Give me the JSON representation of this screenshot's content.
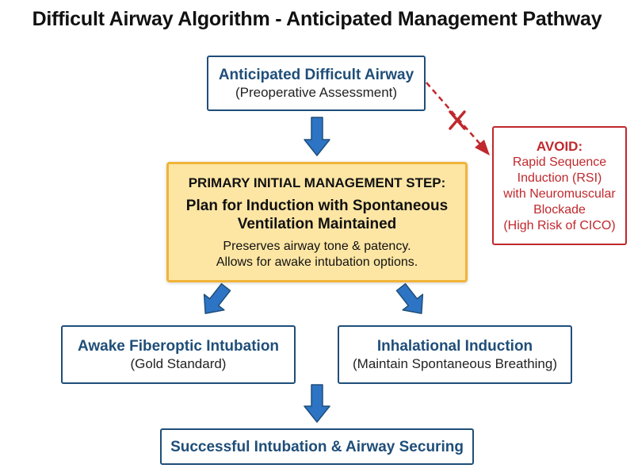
{
  "title": "Difficult Airway Algorithm - Anticipated Management Pathway",
  "top_box": {
    "heading": "Anticipated Difficult Airway",
    "subtext": "(Preoperative Assessment)"
  },
  "primary_box": {
    "header": "PRIMARY INITIAL MANAGEMENT STEP:",
    "main_line_1": "Plan for Induction with Spontaneous",
    "main_line_2": "Ventilation Maintained",
    "note_line_1": "Preserves airway tone & patency.",
    "note_line_2": "Allows for awake intubation options."
  },
  "avoid_box": {
    "heading": "AVOID:",
    "lines": [
      "Rapid Sequence",
      "Induction (RSI)",
      "with Neuromuscular",
      "Blockade",
      "(High Risk of CICO)"
    ]
  },
  "awake_box": {
    "heading": "Awake Fiberoptic Intubation",
    "subtext": "(Gold Standard)"
  },
  "inhalational_box": {
    "heading": "Inhalational Induction",
    "subtext": "(Maintain Spontaneous Breathing)"
  },
  "success_box": {
    "heading": "Successful Intubation & Airway Securing"
  },
  "colors": {
    "primary_blue": "#1f4e79",
    "arrow_blue": "#2e74c4",
    "avoid_red": "#c0282d",
    "highlight_fill": "#fde6a4",
    "highlight_border": "#f0b43a"
  }
}
